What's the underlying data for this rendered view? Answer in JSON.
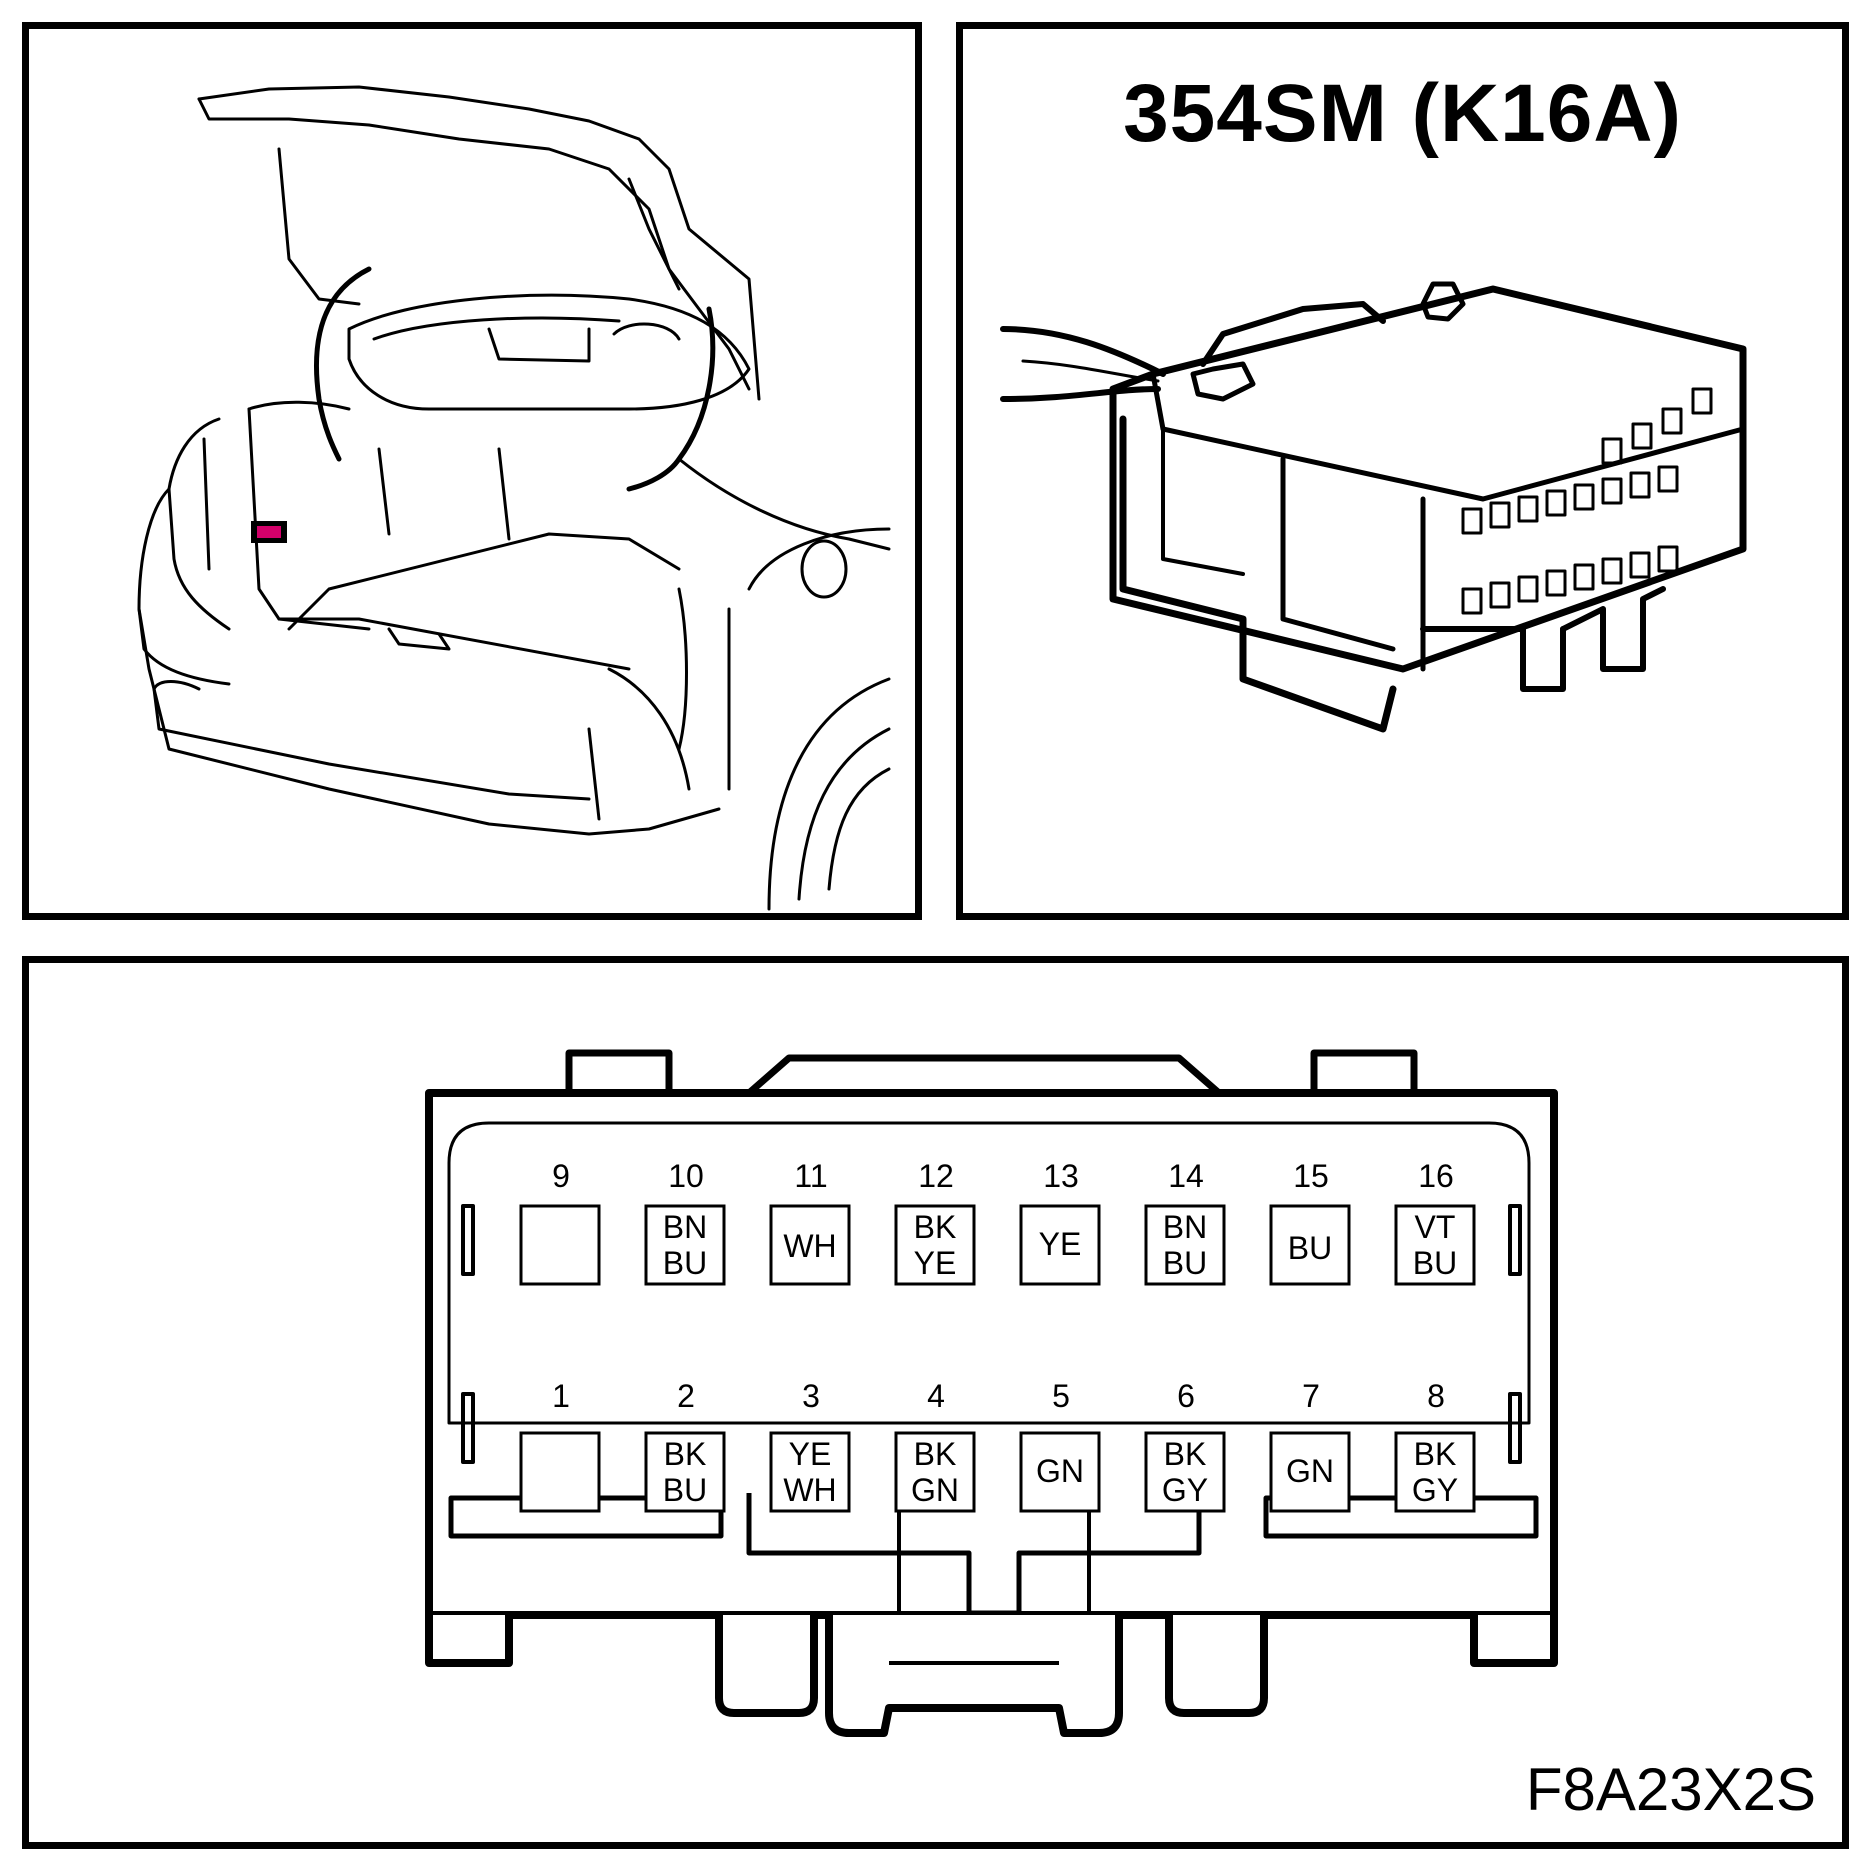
{
  "connector": {
    "title": "354SM (K16A)",
    "figure_code": "F8A23X2S",
    "location_marker_color": "#d4006a"
  },
  "pins": {
    "top": [
      {
        "num": "9",
        "c1": "",
        "c2": ""
      },
      {
        "num": "10",
        "c1": "BN",
        "c2": "BU"
      },
      {
        "num": "11",
        "c1": "WH",
        "c2": ""
      },
      {
        "num": "12",
        "c1": "BK",
        "c2": "YE"
      },
      {
        "num": "13",
        "c1": "YE",
        "c2": ""
      },
      {
        "num": "14",
        "c1": "BN",
        "c2": "BU"
      },
      {
        "num": "15",
        "c1": "BU",
        "c2": ""
      },
      {
        "num": "16",
        "c1": "VT",
        "c2": "BU"
      }
    ],
    "bottom": [
      {
        "num": "1",
        "c1": "",
        "c2": ""
      },
      {
        "num": "2",
        "c1": "BK",
        "c2": "BU"
      },
      {
        "num": "3",
        "c1": "YE",
        "c2": "WH"
      },
      {
        "num": "4",
        "c1": "BK",
        "c2": "GN"
      },
      {
        "num": "5",
        "c1": "GN",
        "c2": ""
      },
      {
        "num": "6",
        "c1": "BK",
        "c2": "GY"
      },
      {
        "num": "7",
        "c1": "GN",
        "c2": ""
      },
      {
        "num": "8",
        "c1": "BK",
        "c2": "GY"
      }
    ]
  }
}
